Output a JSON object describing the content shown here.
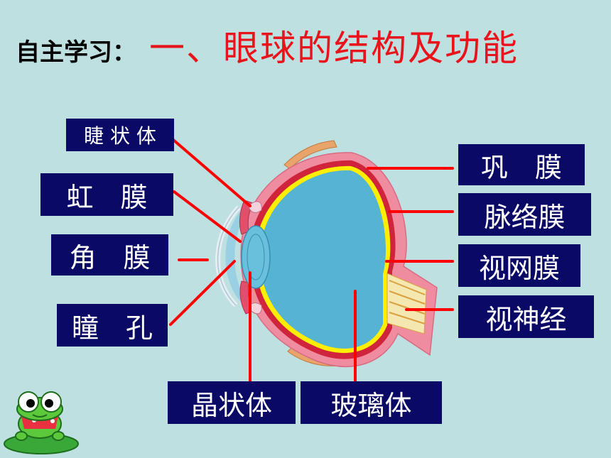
{
  "heading": {
    "prefix": "自主学习：",
    "title": "一、眼球的结构及功能"
  },
  "labels": {
    "ciliary_body": "睫 状 体",
    "iris": "虹　膜",
    "cornea": "角　膜",
    "pupil": "瞳　孔",
    "lens": "晶状体",
    "vitreous": "玻璃体",
    "sclera": "巩　膜",
    "choroid": "脉络膜",
    "retina": "视网膜",
    "optic_nerve": "视神经"
  },
  "colors": {
    "background": "#bfe0e1",
    "label_bg": "#0a0a66",
    "leader_line": "#ff0000",
    "title_red": "#e8141b",
    "vitreous_blue": "#55b4d2",
    "sclera_pink": "#f08ca0",
    "retina_yellow": "#ffee00"
  },
  "icons": {
    "mascot": "frog-mascot-icon"
  }
}
